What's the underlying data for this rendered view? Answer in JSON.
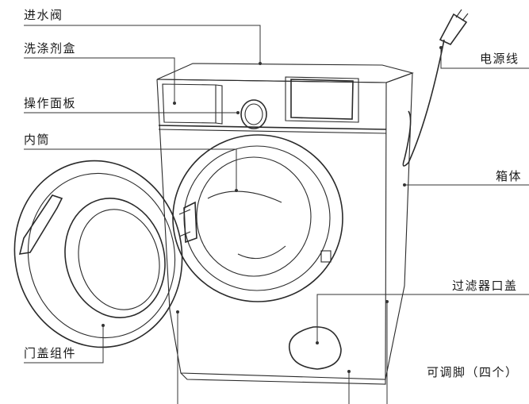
{
  "labels": {
    "inlet_valve": "进水阀",
    "detergent_box": "洗涤剂盒",
    "control_panel": "操作面板",
    "drum": "内筒",
    "door_assembly": "门盖组件",
    "power_cord": "电源线",
    "cabinet": "箱体",
    "filter_cover": "过滤器口盖",
    "adjustable_feet": "可调脚（四个）"
  },
  "colors": {
    "line": "#2a2a2a",
    "text": "#1a1a1a",
    "background": "#ffffff"
  }
}
